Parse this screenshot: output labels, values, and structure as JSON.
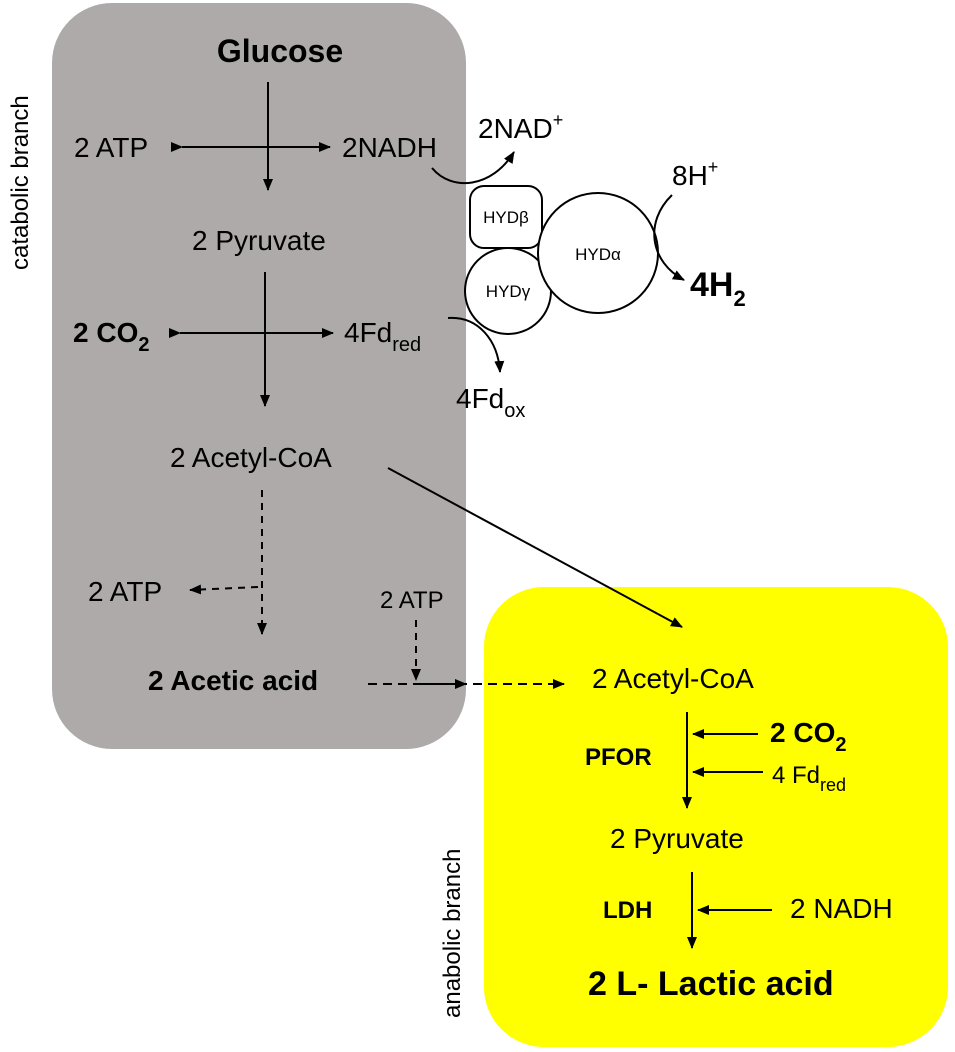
{
  "colors": {
    "catabolic_box": "#aeaaaa",
    "anabolic_box": "#ffff00",
    "arrow": "#000000"
  },
  "branches": {
    "catabolic": "catabolic branch",
    "anabolic": "anabolic branch"
  },
  "catabolic": {
    "glucose": "Glucose",
    "atp_top": "2 ATP",
    "nadh_top": "2NADH",
    "pyruvate": "2 Pyruvate",
    "co2": "2 CO",
    "co2_sub": "2",
    "fd_red": "4Fd",
    "fd_red_sub": "red",
    "acetyl_coa": "2 Acetyl-CoA",
    "atp_side": "2 ATP",
    "acetic_acid": "2 Acetic acid",
    "atp_in": "2 ATP"
  },
  "hydrogenase": {
    "nad": "2NAD",
    "nad_sup": "+",
    "beta": "HYDβ",
    "gamma": "HYDγ",
    "alpha": "HYDα",
    "protons": "8H",
    "protons_sup": "+",
    "h2": "4H",
    "h2_sub": "2",
    "fd_ox": "4Fd",
    "fd_ox_sub": "ox"
  },
  "anabolic": {
    "acetyl_coa": "2 Acetyl-CoA",
    "pfor": "PFOR",
    "co2": "2 CO",
    "co2_sub": "2",
    "fd_red": "4 Fd",
    "fd_red_sub": "red",
    "pyruvate": "2 Pyruvate",
    "ldh": "LDH",
    "nadh": "2 NADH",
    "lactic": "2 L- Lactic acid"
  }
}
